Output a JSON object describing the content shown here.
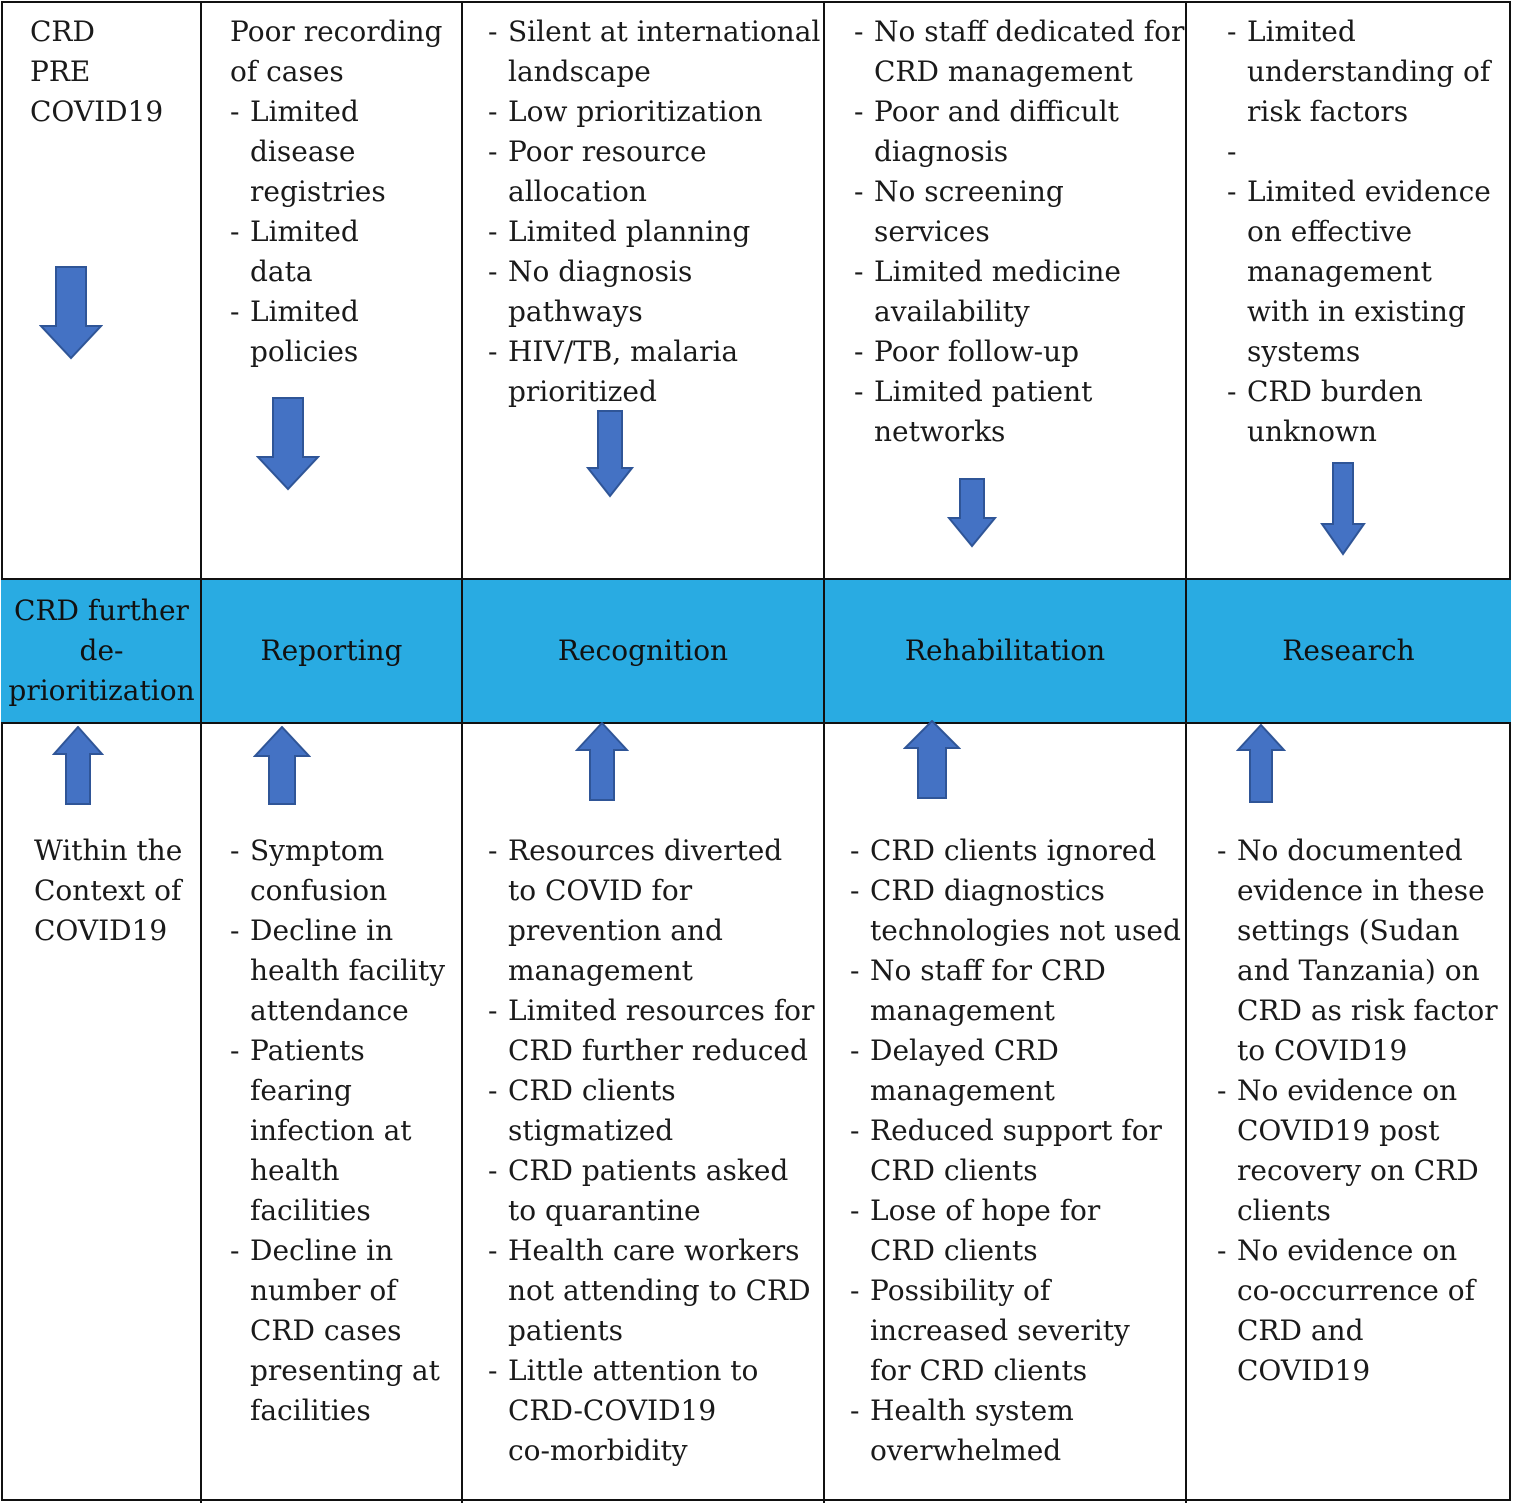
{
  "colors": {
    "band": "#29abe2",
    "arrow": "#4472c4",
    "arrow_stroke": "#2f5597",
    "border": "#111111"
  },
  "top_row": {
    "label": [
      "CRD",
      "PRE",
      "COVID19"
    ],
    "reporting": {
      "heading": [
        "Poor recording",
        "of cases"
      ],
      "items": [
        [
          "Limited",
          "disease",
          "registries"
        ],
        [
          "Limited",
          "data"
        ],
        [
          "Limited",
          "policies"
        ]
      ]
    },
    "recognition": {
      "items": [
        [
          "Silent at international",
          "landscape"
        ],
        [
          "Low prioritization"
        ],
        [
          "Poor resource",
          "allocation"
        ],
        [
          "Limited planning"
        ],
        [
          "No diagnosis",
          "pathways"
        ],
        [
          "HIV/TB, malaria",
          "prioritized"
        ]
      ]
    },
    "rehabilitation": {
      "items": [
        [
          "No staff dedicated for",
          "CRD management"
        ],
        [
          "Poor and difficult",
          "diagnosis"
        ],
        [
          "No screening",
          "services"
        ],
        [
          "Limited medicine",
          "availability"
        ],
        [
          "Poor follow-up"
        ],
        [
          "Limited patient",
          "networks"
        ]
      ]
    },
    "research": {
      "items": [
        [
          "Limited",
          "understanding of",
          "risk factors"
        ],
        [
          ""
        ],
        [
          "Limited evidence",
          "on effective",
          "management",
          "with in existing",
          "systems"
        ],
        [
          "CRD burden",
          "unknown"
        ]
      ]
    }
  },
  "band": {
    "col1": [
      "CRD further",
      "de-",
      "prioritization"
    ],
    "reporting": "Reporting",
    "recognition": "Recognition",
    "rehabilitation": "Rehabilitation",
    "research": "Research"
  },
  "bottom_row": {
    "label": [
      "Within the",
      "Context of",
      "COVID19"
    ],
    "reporting": {
      "items": [
        [
          "Symptom",
          "confusion"
        ],
        [
          "Decline in",
          "health facility",
          "attendance"
        ],
        [
          "Patients",
          "fearing",
          "infection at",
          "health",
          "facilities"
        ],
        [
          "Decline in",
          "number of",
          "CRD cases",
          "presenting at",
          "facilities"
        ]
      ]
    },
    "recognition": {
      "items": [
        [
          "Resources diverted",
          "to COVID for",
          "prevention and",
          "management"
        ],
        [
          "Limited resources for",
          "CRD further reduced"
        ],
        [
          "CRD clients",
          "stigmatized"
        ],
        [
          "CRD patients asked",
          "to quarantine"
        ],
        [
          "Health care workers",
          "not attending to CRD",
          "patients"
        ],
        [
          "Little attention to",
          "CRD-COVID19",
          "co-morbidity"
        ]
      ]
    },
    "rehabilitation": {
      "items": [
        [
          "CRD clients ignored"
        ],
        [
          "CRD diagnostics",
          "technologies not used"
        ],
        [
          "No staff for CRD",
          "management"
        ],
        [
          "Delayed CRD",
          "management"
        ],
        [
          "Reduced support for",
          "CRD clients"
        ],
        [
          "Lose of hope for",
          "CRD clients"
        ],
        [
          "Possibility of",
          "increased severity",
          "for CRD clients"
        ],
        [
          "Health system",
          "overwhelmed"
        ]
      ]
    },
    "research": {
      "items": [
        [
          "No documented",
          "evidence in these",
          "settings (Sudan",
          "and Tanzania) on",
          "CRD as risk factor",
          "to COVID19"
        ],
        [
          "No evidence on",
          "COVID19 post",
          "recovery on CRD",
          "clients"
        ],
        [
          "No evidence on",
          "co-occurrence of",
          "CRD and",
          "COVID19"
        ]
      ]
    }
  }
}
